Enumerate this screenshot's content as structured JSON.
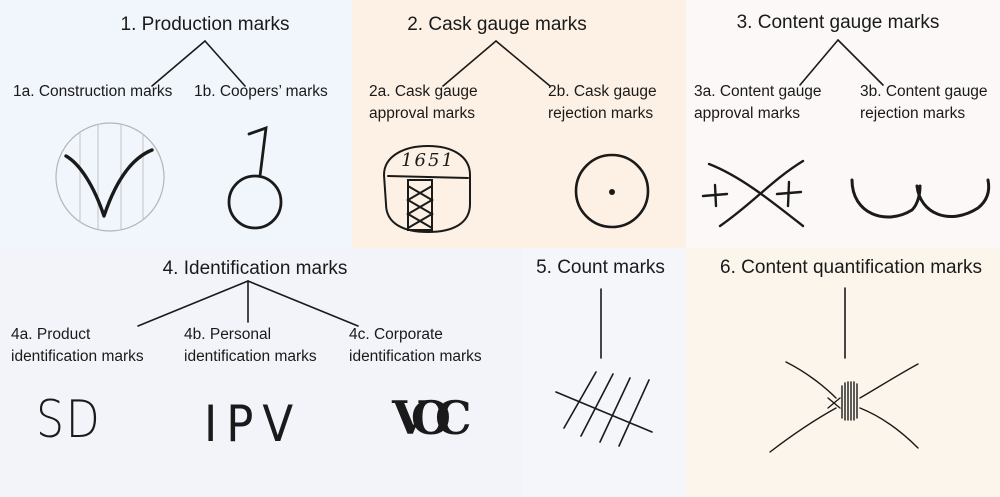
{
  "colors": {
    "panel_production": "#f1f6fc",
    "panel_cask": "#fcf1e4",
    "panel_content": "#fbf8f7",
    "panel_identification": "#f2f4f9",
    "panel_count": "#f4f6fa",
    "panel_quantification": "#fcf5ec",
    "ink": "#1a1a1a"
  },
  "production": {
    "title": "1. Production marks",
    "sub_a": "1a. Construction marks",
    "sub_b": "1b. Coopers’ marks"
  },
  "cask": {
    "title": "2. Cask gauge marks",
    "sub_a": "2a. Cask gauge\napproval marks",
    "sub_b": "2b. Cask gauge\nrejection marks",
    "stamp_year": "1651"
  },
  "content": {
    "title": "3. Content gauge marks",
    "sub_a": "3a. Content gauge\napproval marks",
    "sub_b": "3b. Content gauge\nrejection marks"
  },
  "identification": {
    "title": "4. Identification marks",
    "sub_a": "4a. Product\nidentification marks",
    "sub_b": "4b. Personal\nidentification marks",
    "sub_c": "4c. Corporate\nidentification marks",
    "product_mark": "SD",
    "personal_mark": "IPV",
    "corporate_mark": "VOC"
  },
  "count": {
    "title": "5. Count marks"
  },
  "quantification": {
    "title": "6. Content quantification marks"
  }
}
